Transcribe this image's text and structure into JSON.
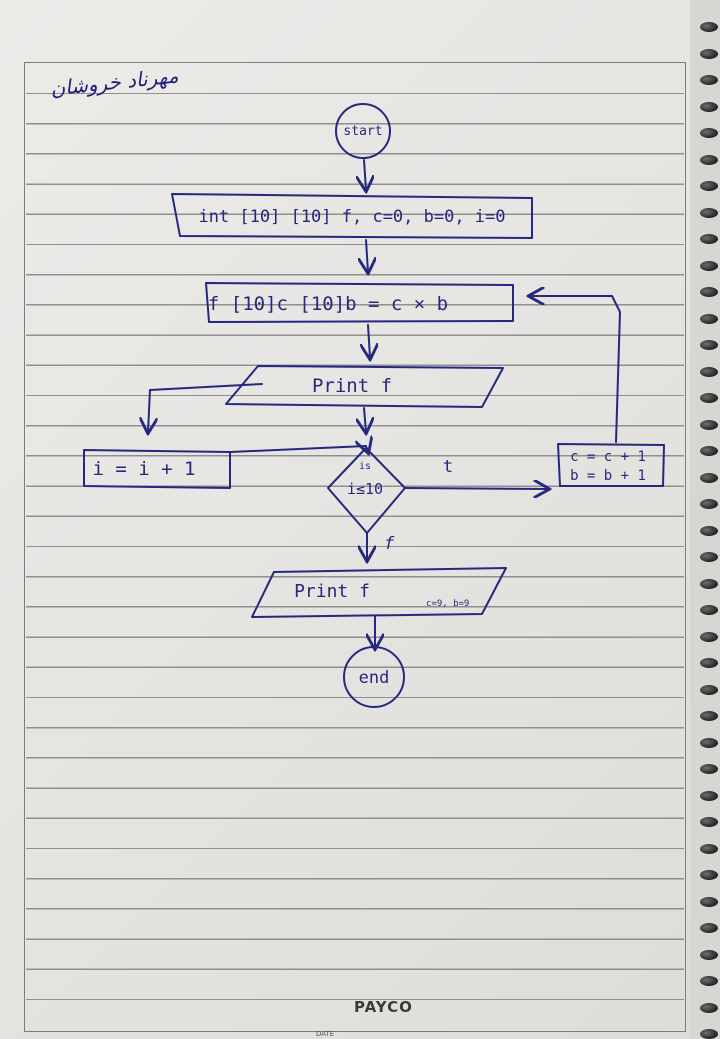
{
  "page": {
    "author_name": "مهرناد خروشان",
    "brand": "PAYCO",
    "date_label": "DATE"
  },
  "flowchart": {
    "start": "start",
    "init": "int [10] [10] f, c=0, b=0, i=0",
    "compute": "f [10]c [10]b = c × b",
    "print_f": "Print f",
    "increment_i": "i = i + 1",
    "decision_prefix": "is",
    "decision": "i≤10",
    "true_label": "t",
    "false_label": "f",
    "update_c": "c = c + 1",
    "update_b": "b = b + 1",
    "print_final": "Print f",
    "print_final_sub": "c=9, b=9",
    "end": "end"
  },
  "colors": {
    "ink": "#25287e",
    "paper": "#e8e7e4",
    "rule_lines": "#8f8f8d"
  }
}
